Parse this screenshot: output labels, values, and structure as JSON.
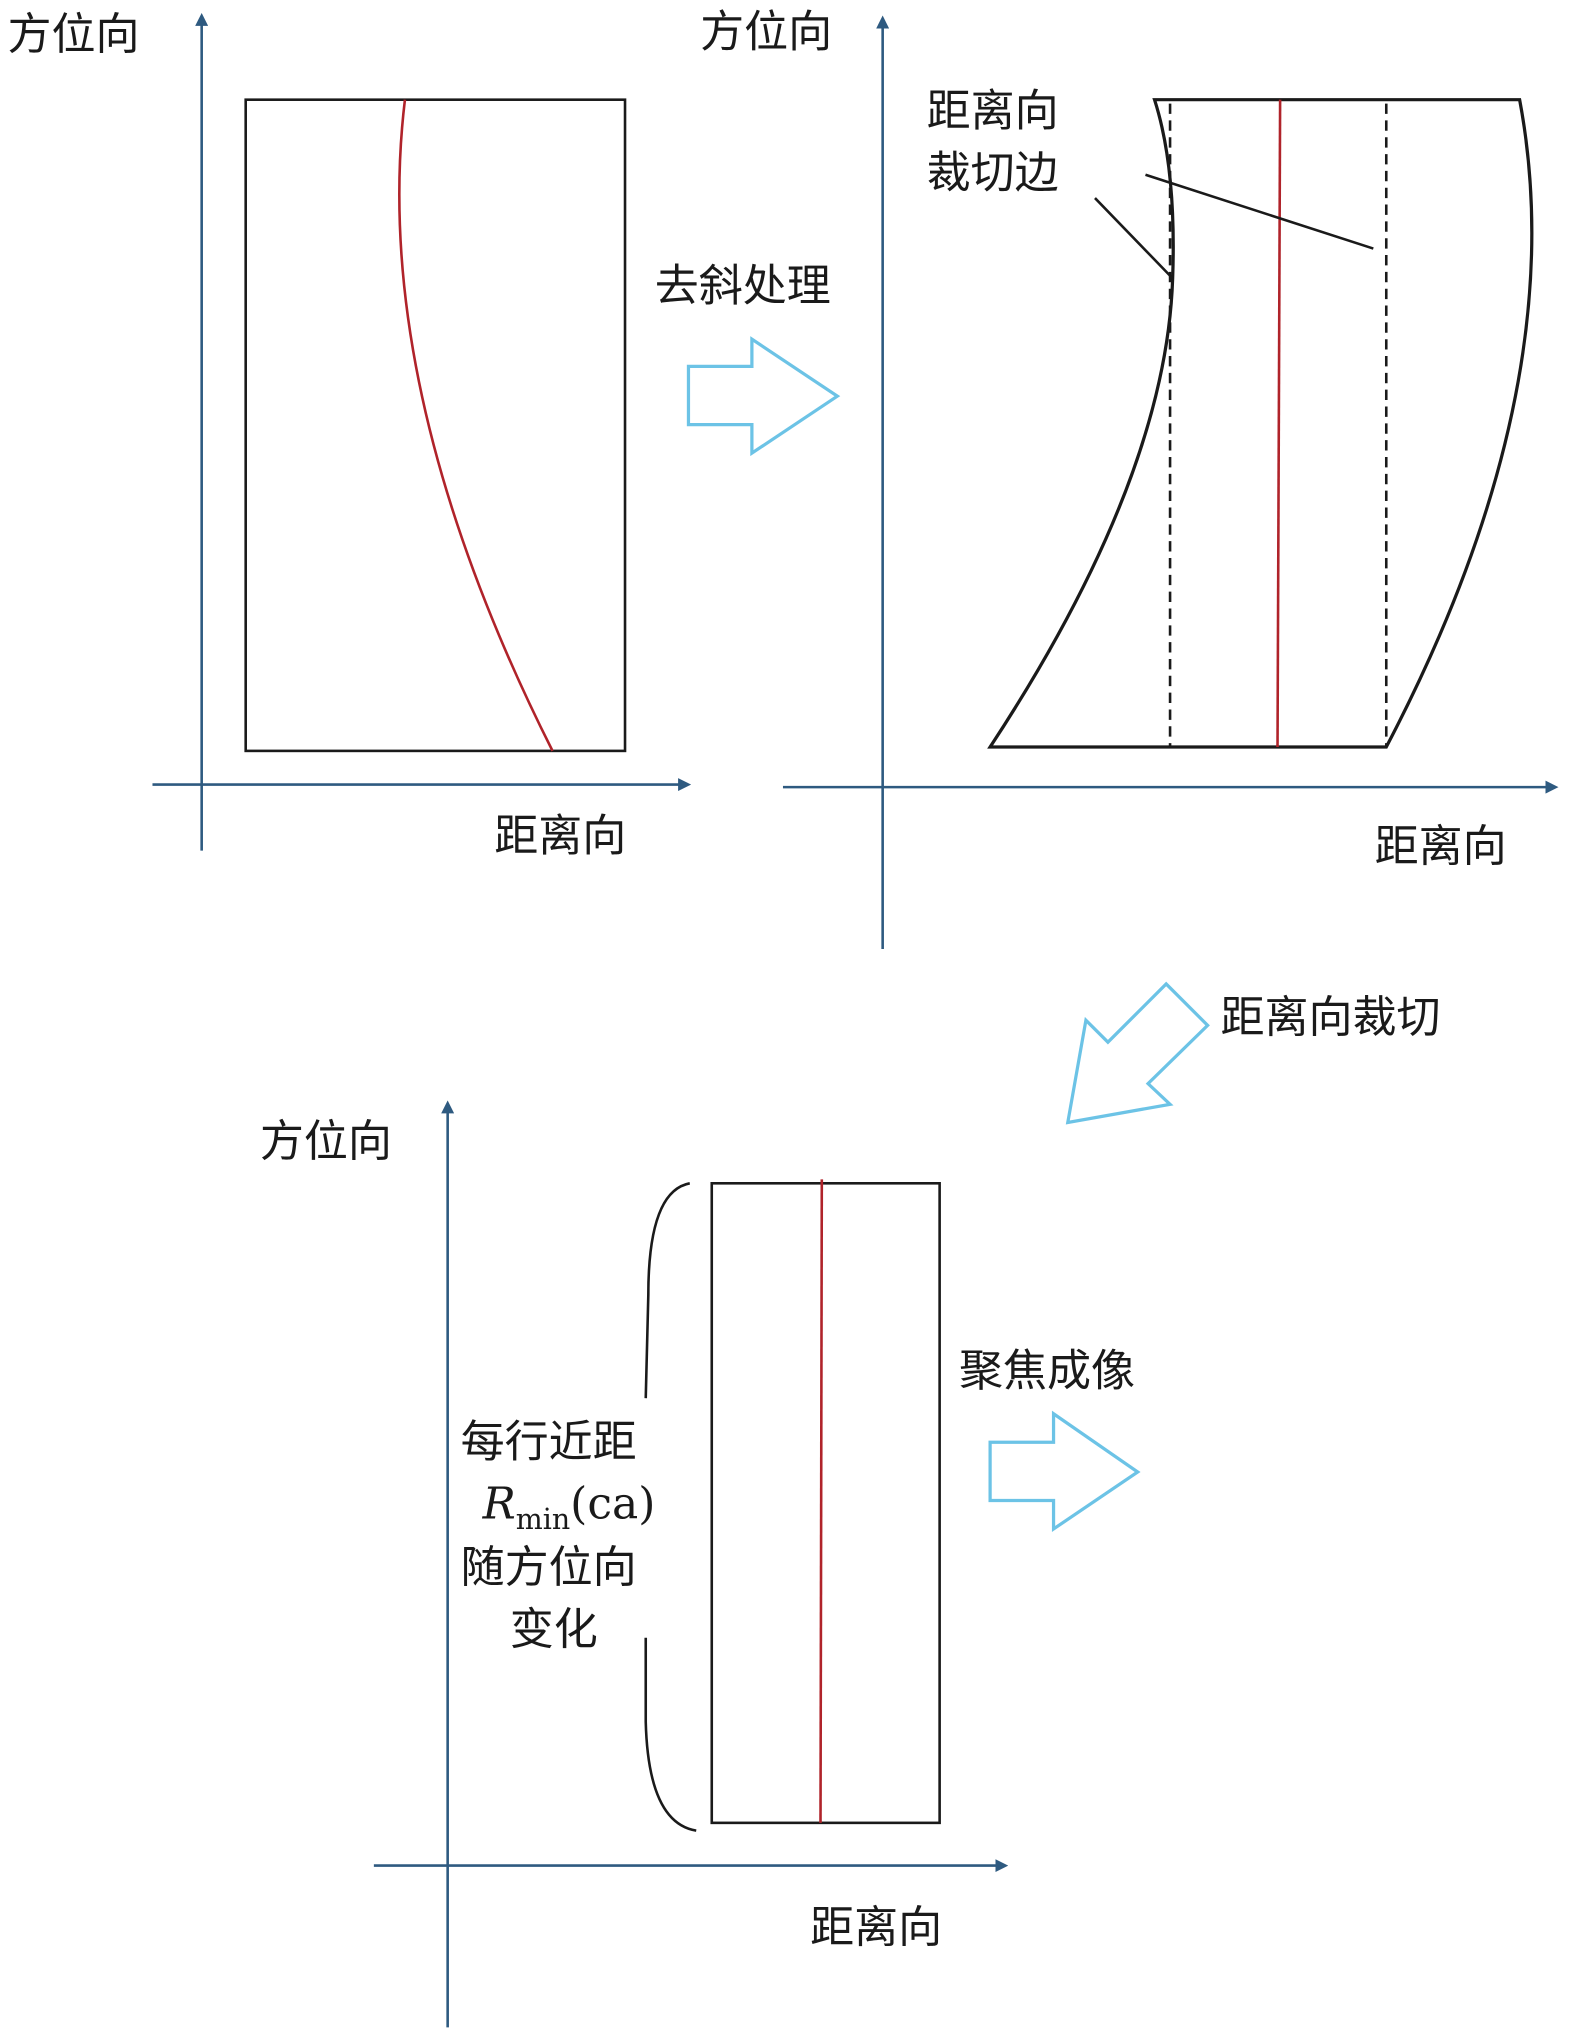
{
  "colors": {
    "axis": "#2e5a80",
    "red": "#b0232a",
    "arrow": "#6cc3e6",
    "black": "#1a1a1a"
  },
  "panel1": {
    "y_label": "方位向",
    "x_label": "距离向"
  },
  "step1": {
    "label": "去斜处理"
  },
  "panel2": {
    "y_label": "方位向",
    "x_label": "距离向",
    "annotation_line1": "距离向",
    "annotation_line2": "裁切边"
  },
  "step2": {
    "label": "距离向裁切"
  },
  "panel3": {
    "y_label": "方位向",
    "x_label": "距离向",
    "note_line1": "每行近距",
    "note_r": "R",
    "note_sub": "min",
    "note_arg": "(ca)",
    "note_line3": "随方位向",
    "note_line4": "变化"
  },
  "step3": {
    "label": "聚焦成像"
  }
}
